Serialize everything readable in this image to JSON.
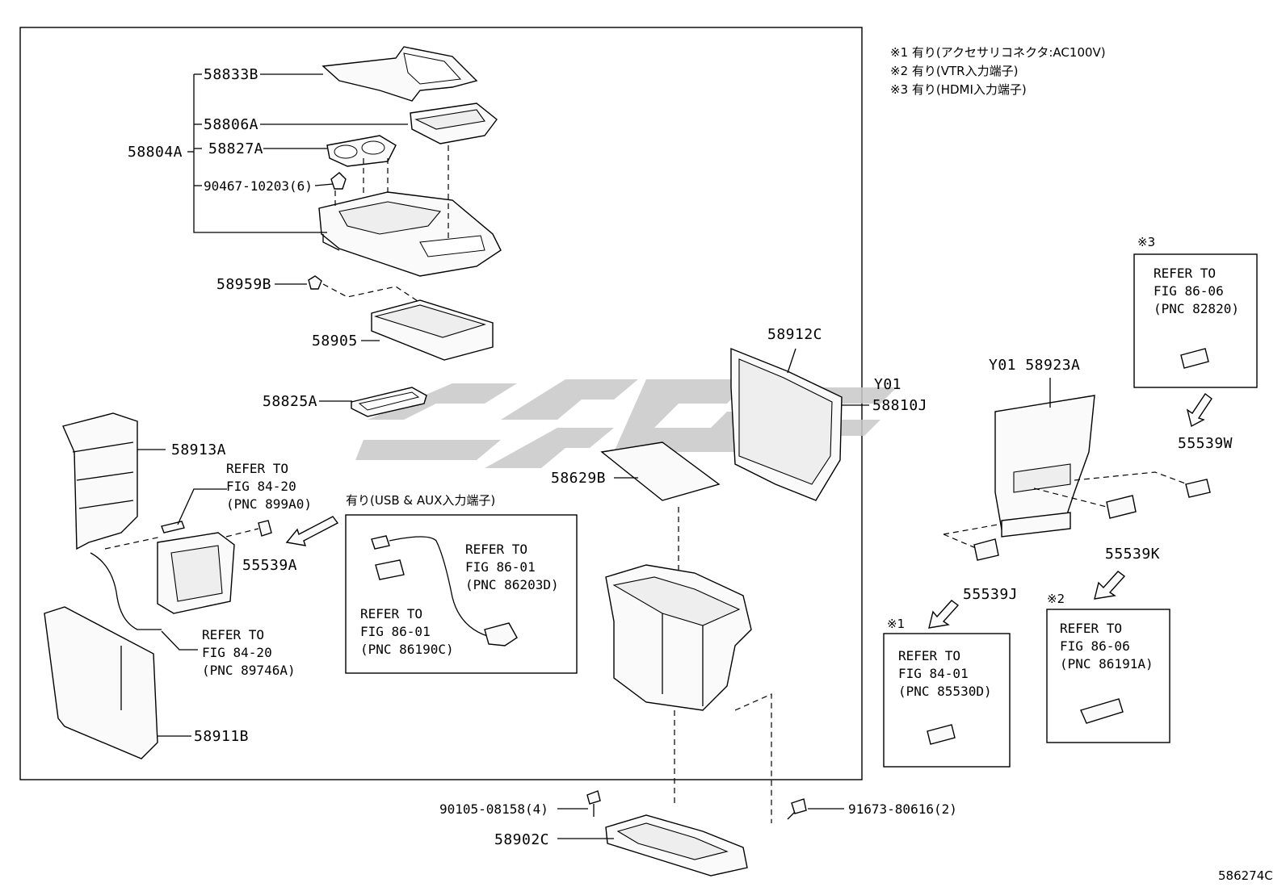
{
  "notes": {
    "n1": "※1  有り(アクセサリコネクタ:AC100V)",
    "n2": "※2  有り(VTR入力端子)",
    "n3": "※3  有り(HDMI入力端子)"
  },
  "labels": {
    "p58833B": "58833B",
    "p58806A": "58806A",
    "p58804A": "58804A",
    "p58827A": "58827A",
    "p90467": "90467-10203(6)",
    "p58959B": "58959B",
    "p58905": "58905",
    "p58825A": "58825A",
    "p58913A": "58913A",
    "p55539A": "55539A",
    "p58911B": "58911B",
    "p58912C": "58912C",
    "pY01a": "Y01",
    "p58810J": "58810J",
    "p58629B": "58629B",
    "pY01b": "Y01 58923A",
    "p55539W": "55539W",
    "p55539K": "55539K",
    "p55539J": "55539J",
    "p90105": "90105-08158(4)",
    "p58902C": "58902C",
    "p91673": "91673-80616(2)",
    "figcode": "586274C"
  },
  "refers": {
    "r1": {
      "l1": "REFER TO",
      "l2": "FIG 84-20",
      "l3": "(PNC 899A0)"
    },
    "r2": {
      "l1": "REFER TO",
      "l2": "FIG 84-20",
      "l3": "(PNC 89746A)"
    },
    "r3": {
      "l1": "REFER TO",
      "l2": "FIG 86-01",
      "l3": "(PNC 86203D)"
    },
    "r4": {
      "l1": "REFER TO",
      "l2": "FIG 86-01",
      "l3": "(PNC 86190C)"
    },
    "r5": {
      "l1": "REFER TO",
      "l2": "FIG 86-06",
      "l3": "(PNC 82820)"
    },
    "r6": {
      "l1": "REFER TO",
      "l2": "FIG 86-06",
      "l3": "(PNC 86191A)"
    },
    "r7": {
      "l1": "REFER TO",
      "l2": "FIG 84-01",
      "l3": "(PNC 85530D)"
    }
  },
  "usb_box_title": "有り(USB & AUX入力端子)",
  "marks": {
    "m1": "※1",
    "m2": "※2",
    "m3": "※3"
  },
  "colors": {
    "line": "#000000",
    "watermark": "#c8c8c8",
    "background": "#ffffff"
  }
}
